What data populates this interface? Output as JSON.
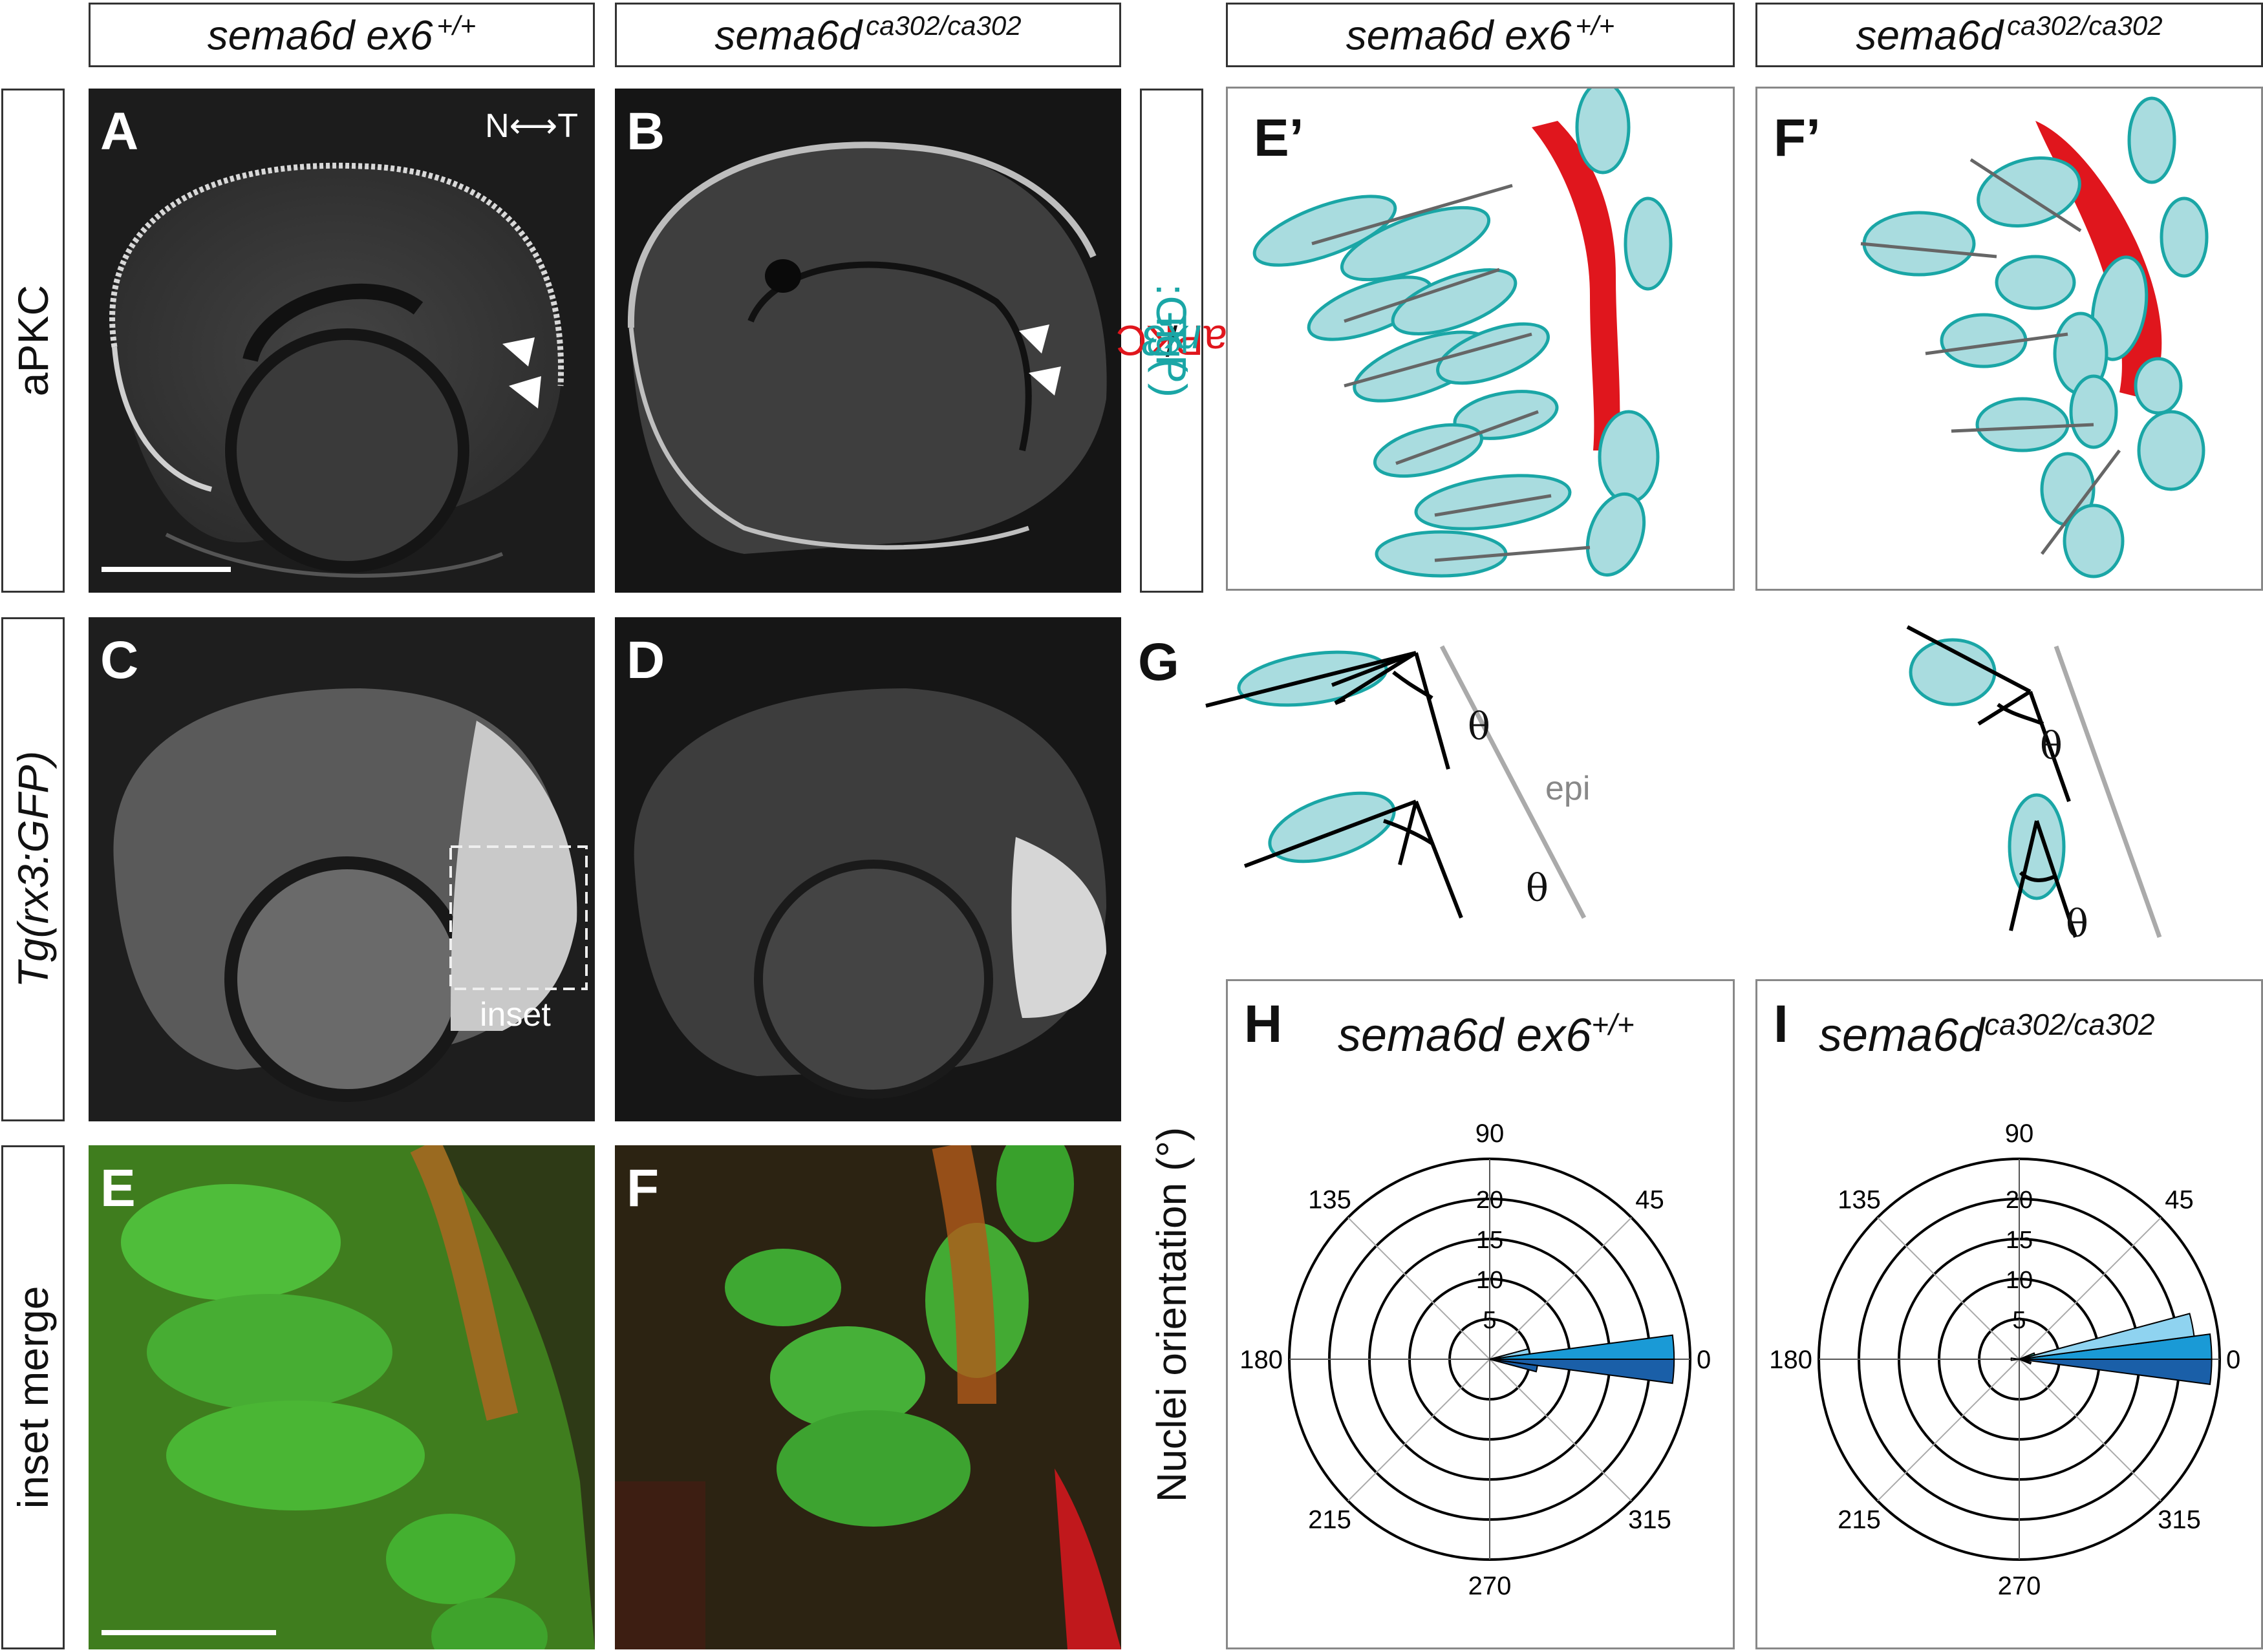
{
  "headers": {
    "wt": "sema6d ex6",
    "wt_sup": "+/+",
    "mut": "sema6d",
    "mut_sup": "ca302/ca302"
  },
  "row_labels": {
    "apkc": "aPKC",
    "tg_prefix": "Tg(",
    "tg_gene": "rx3",
    "tg_suffix": ":GFP)",
    "inset": "inset merge",
    "nuclei": "Nuclei orientation (°)"
  },
  "legend": {
    "apkc": "aPKC",
    "slash": " / ",
    "tg_prefix": "Tg(",
    "tg_gene": "rx3",
    "tg_suffix": ":GFP)"
  },
  "panels": {
    "A": "A",
    "B": "B",
    "C": "C",
    "D": "D",
    "E": "E",
    "F": "F",
    "Ep": "E’",
    "Fp": "F’",
    "G": "G",
    "H": "H",
    "I": "I"
  },
  "annotations": {
    "orientation": "N⟷T",
    "inset": "inset",
    "theta": "θ",
    "epi": "epi"
  },
  "colors": {
    "apkc_red": "#e0161d",
    "nucleus_fill": "#a9dcdf",
    "nucleus_stroke": "#1aa6a6",
    "polar_dark": "#1a5fa8",
    "polar_mid": "#1a9ad6",
    "polar_light": "#8fd3f0"
  },
  "chart_data": [
    {
      "type": "polar",
      "title": "sema6d ex6 +/+",
      "angle_ticks": [
        "90",
        "45",
        "0",
        "315",
        "270",
        "215",
        "180",
        "135"
      ],
      "radial_ticks": [
        "5",
        "10",
        "15",
        "20"
      ],
      "rmax": 25,
      "bins": [
        {
          "angle_from": -7.5,
          "angle_to": 0,
          "value": 23,
          "color": "#1a5fa8"
        },
        {
          "angle_from": 0,
          "angle_to": 7.5,
          "value": 23,
          "color": "#1a9ad6"
        },
        {
          "angle_from": 7.5,
          "angle_to": 15,
          "value": 5,
          "color": "#8fd3f0"
        },
        {
          "angle_from": -15,
          "angle_to": -7.5,
          "value": 6,
          "color": "#1a5fa8"
        }
      ]
    },
    {
      "type": "polar",
      "title": "sema6d ca302/ca302",
      "angle_ticks": [
        "90",
        "45",
        "0",
        "315",
        "270",
        "215",
        "180",
        "135"
      ],
      "radial_ticks": [
        "5",
        "10",
        "15",
        "20"
      ],
      "rmax": 25,
      "bins": [
        {
          "angle_from": -7.5,
          "angle_to": 0,
          "value": 24,
          "color": "#1a5fa8"
        },
        {
          "angle_from": 0,
          "angle_to": 7.5,
          "value": 24,
          "color": "#1a9ad6"
        },
        {
          "angle_from": 7.5,
          "angle_to": 15,
          "value": 22,
          "color": "#8fd3f0"
        },
        {
          "angle_from": 15,
          "angle_to": 22.5,
          "value": 2,
          "color": "#2fae8f"
        },
        {
          "angle_from": -22.5,
          "angle_to": -15,
          "value": 1.5,
          "color": "#b99ad8"
        },
        {
          "angle_from": -15,
          "angle_to": -7.5,
          "value": 1,
          "color": "#1a5fa8"
        },
        {
          "angle_from": 172.5,
          "angle_to": 187.5,
          "value": 1,
          "color": "#e8e8e8"
        }
      ]
    }
  ]
}
